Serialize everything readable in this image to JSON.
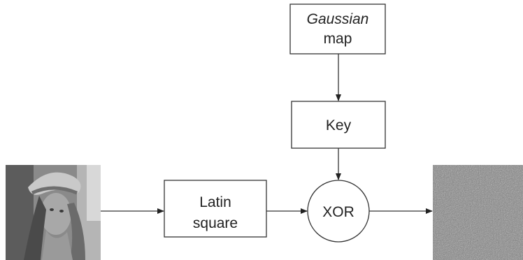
{
  "diagram": {
    "nodes": {
      "gaussian_map": {
        "line1": "Gaussian",
        "line2": "map"
      },
      "key": {
        "label": "Key"
      },
      "latin_square": {
        "line1": "Latin",
        "line2": "square"
      },
      "xor": {
        "label": "XOR"
      }
    },
    "images": {
      "input": {
        "kind": "plain-image-photo"
      },
      "output": {
        "kind": "encrypted-noise-image"
      }
    },
    "edges": [
      {
        "from": "gaussian_map",
        "to": "key"
      },
      {
        "from": "key",
        "to": "xor"
      },
      {
        "from": "input_image",
        "to": "latin_square"
      },
      {
        "from": "latin_square",
        "to": "xor"
      },
      {
        "from": "xor",
        "to": "output_image"
      }
    ]
  }
}
